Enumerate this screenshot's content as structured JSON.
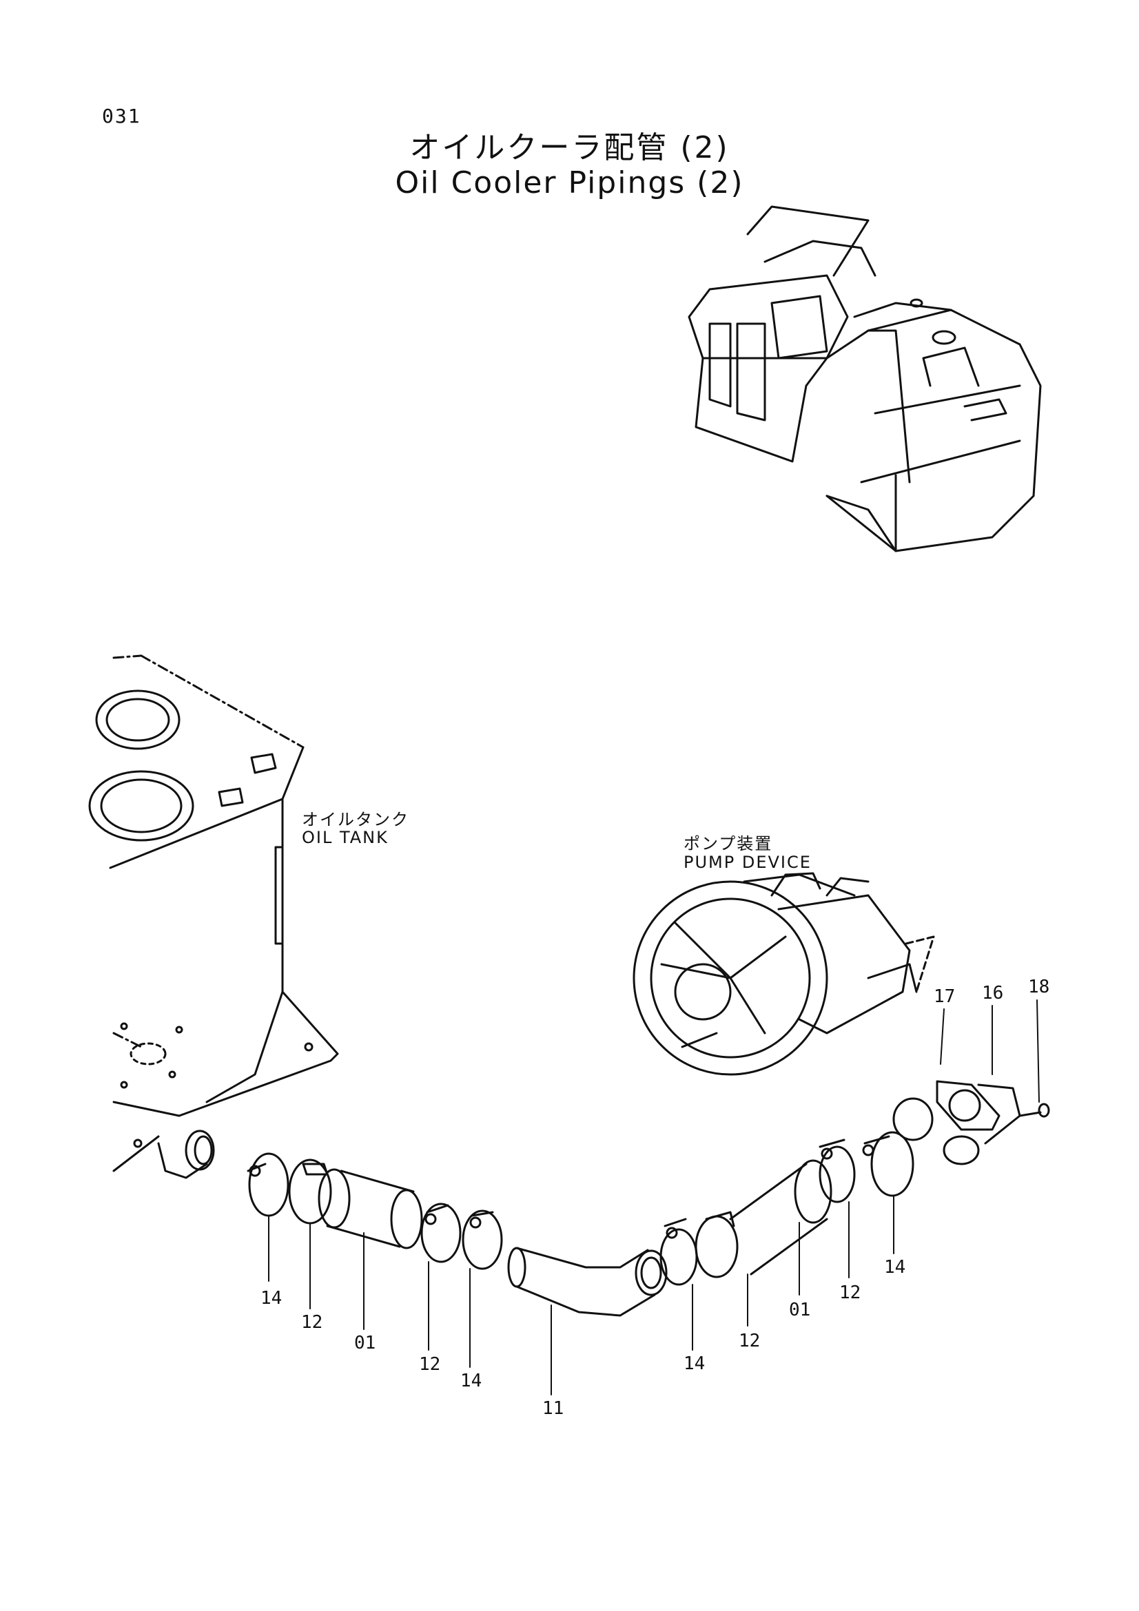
{
  "header": {
    "page_code": "031",
    "title_jp": "オイルクーラ配管 (2)",
    "title_en": "Oil Cooler Pipings (2)"
  },
  "callouts": {
    "oil_tank_jp": "オイルタンク",
    "oil_tank_en": "OIL TANK",
    "pump_device_jp": "ポンプ装置",
    "pump_device_en": "PUMP DEVICE"
  },
  "part_numbers": {
    "p14a": "14",
    "p12a": "12",
    "p01a": "01",
    "p12b": "12",
    "p14b": "14",
    "p11": "11",
    "p14c": "14",
    "p12c": "12",
    "p01b": "01",
    "p12d": "12",
    "p14d": "14",
    "p17": "17",
    "p16": "16",
    "p18": "18"
  }
}
